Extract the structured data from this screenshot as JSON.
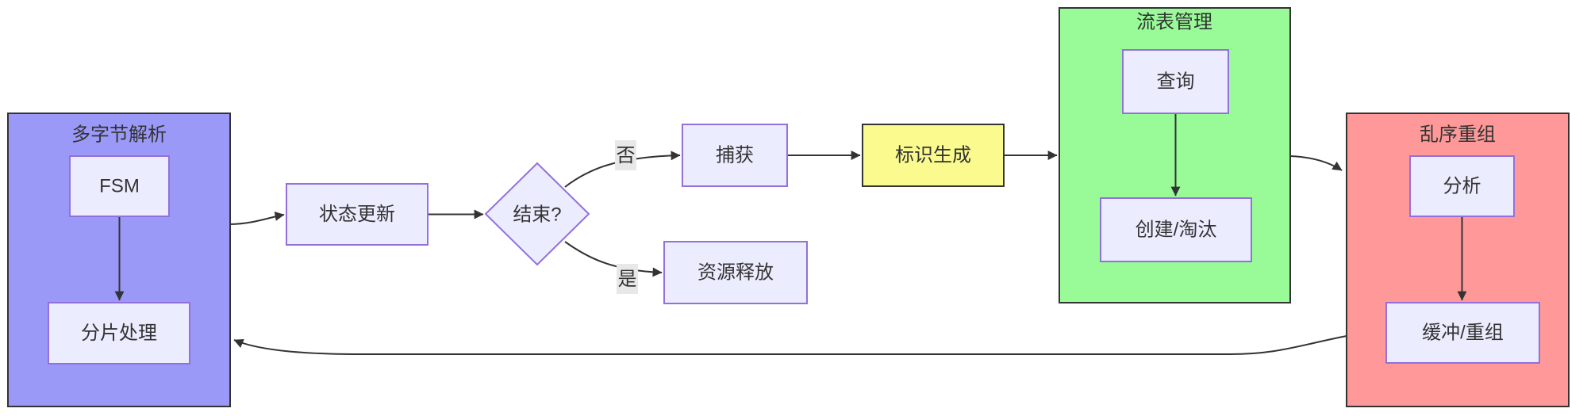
{
  "diagram": {
    "type": "flowchart",
    "containers": {
      "multibyte_parse": {
        "title": "多字节解析"
      },
      "flow_table": {
        "title": "流表管理"
      },
      "reorder": {
        "title": "乱序重组"
      }
    },
    "nodes": {
      "fsm": "FSM",
      "fragment_handling": "分片处理",
      "state_update": "状态更新",
      "end_question": "结束?",
      "capture": "捕获",
      "resource_release": "资源释放",
      "id_generation": "标识生成",
      "query": "查询",
      "create_evict": "创建/淘汰",
      "analysis": "分析",
      "buffer_reassembly": "缓冲/重组"
    },
    "edge_labels": {
      "no": "否",
      "yes": "是"
    },
    "colors": {
      "container_purple": "#9B99F8",
      "container_green": "#98FB98",
      "container_red": "#FF9999",
      "node_fill": "#ECECFF",
      "node_border": "#9370DB",
      "highlight_yellow": "#FAFA8F",
      "container_border": "#333333",
      "edge": "#333333",
      "text": "#333333",
      "edge_label_bg": "#E8E8E8"
    }
  }
}
